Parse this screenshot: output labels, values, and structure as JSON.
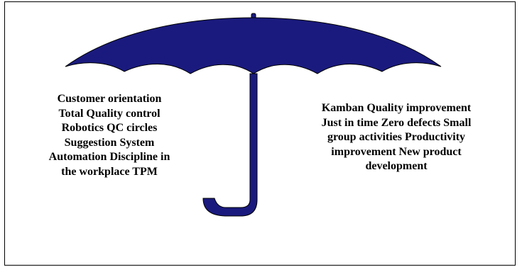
{
  "colors": {
    "umbrella_fill": "#1a1a7e",
    "umbrella_stroke": "#000000",
    "text": "#000000",
    "border": "#000000",
    "background": "#ffffff"
  },
  "left_text": {
    "lines": [
      "Customer orientation",
      "Total Quality control",
      "Robotics QC circles",
      "Suggestion System",
      "Automation Discipline in",
      "the workplace TPM"
    ]
  },
  "right_text": {
    "lines": [
      "Kamban Quality improvement",
      "Just in time Zero defects Small",
      "group activities Productivity",
      "improvement New product",
      "development"
    ]
  }
}
